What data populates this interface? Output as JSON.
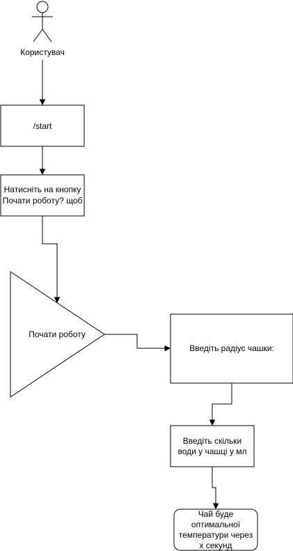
{
  "diagram": {
    "actor": {
      "label": "Користувач"
    },
    "nodes": {
      "start": {
        "label": "/start"
      },
      "press_button": {
        "lines": [
          "Натисніть на кнопку",
          "Почати роботу? щоб"
        ]
      },
      "begin": {
        "label": "Почати роботу"
      },
      "radius": {
        "label": "Введіть радіус чашки:"
      },
      "water": {
        "lines": [
          "Введіть скільки",
          "води у чашці у мл"
        ]
      },
      "result": {
        "lines": [
          "Чай буде",
          "оптимальної",
          "температури через",
          "х секунд"
        ]
      }
    }
  }
}
